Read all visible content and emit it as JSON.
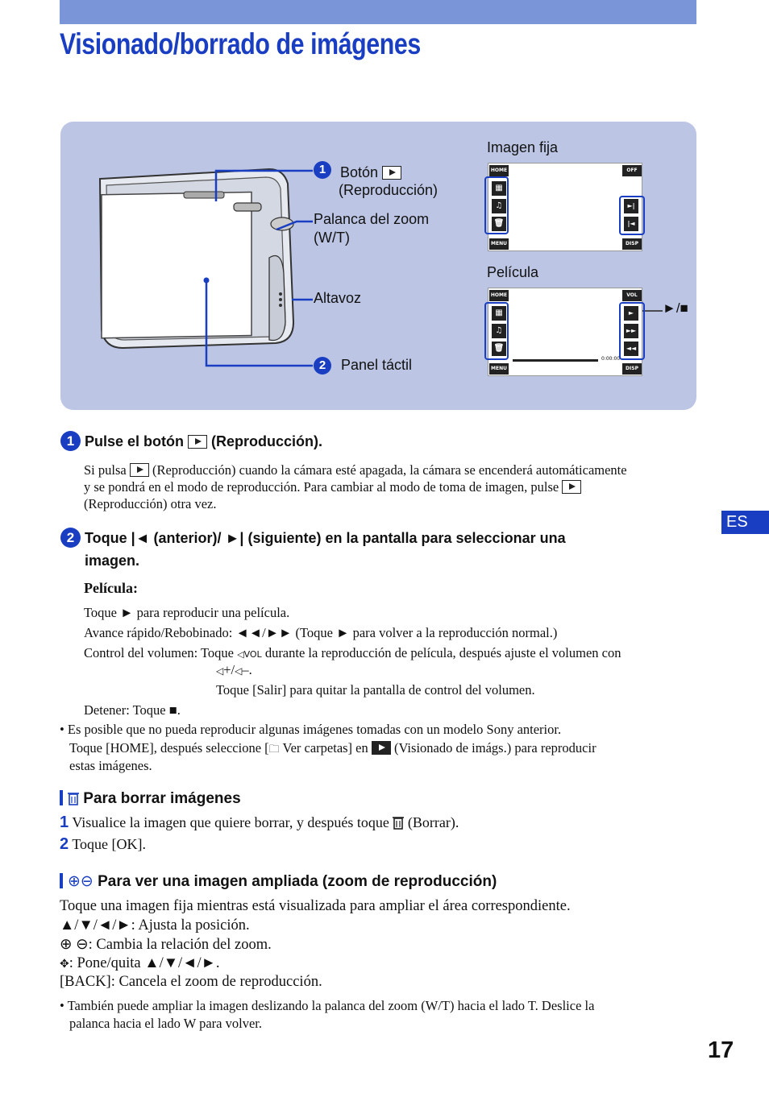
{
  "header": {
    "title": "Visionado/borrado de imágenes"
  },
  "figure": {
    "label_boton": "Botón",
    "label_reproduccion": "(Reproducción)",
    "label_palanca": "Palanca del zoom",
    "label_wt": "(W/T)",
    "label_altavoz": "Altavoz",
    "label_panel": "Panel táctil",
    "label_imagen_fija": "Imagen fija",
    "label_pelicula": "Película",
    "label_play_stop": "►/■",
    "num1": "1",
    "num2": "2",
    "screen_buttons": {
      "home": "HOME",
      "menu": "MENU",
      "disp": "DISP",
      "off": "OFF",
      "time": "0:00:00",
      "vol": "VOL"
    }
  },
  "step1": {
    "num": "1",
    "heading_a": "Pulse el botón",
    "heading_b": "(Reproducción).",
    "line1a": "Si pulsa",
    "line1b": "(Reproducción) cuando la cámara esté apagada, la cámara se encenderá automáticamente",
    "line2a": "y se pondrá en el modo de reproducción. Para cambiar al modo de toma de imagen, pulse",
    "line3": "(Reproducción) otra vez."
  },
  "step2": {
    "num": "2",
    "heading_a": "Toque",
    "heading_b": "(anterior)/",
    "heading_c": "(siguiente) en la pantalla para seleccionar una",
    "heading_d": "imagen.",
    "pelicula_label": "Película:",
    "line_toque": "Toque ► para reproducir una película.",
    "line_avance": "Avance rápido/Rebobinado: ◄◄/►► (Toque ► para volver a la reproducción normal.)",
    "line_vol_a": "Control del volumen: Toque",
    "line_vol_b": "durante la reproducción de película, después ajuste el volumen con",
    "line_vol_c": "+/",
    "line_vol_d": "–.",
    "line_salir": "Toque [Salir] para quitar la pantalla de control del volumen.",
    "line_detener": "Detener: Toque ■.",
    "bullet_a": "• Es posible que no pueda reproducir algunas imágenes tomadas con un modelo Sony anterior.",
    "bullet_b1": "Toque [HOME], después seleccione [",
    "bullet_b2": "Ver carpetas] en",
    "bullet_b3": "(Visionado de imágs.) para reproducir",
    "bullet_c": "estas imágenes."
  },
  "borrar": {
    "heading": "Para borrar imágenes",
    "step1_num": "1",
    "step1_a": "Visualice la imagen que quiere borrar, y después toque",
    "step1_b": "(Borrar).",
    "step2_num": "2",
    "step2": "Toque [OK]."
  },
  "zoom": {
    "heading": "Para ver una imagen ampliada (zoom de reproducción)",
    "line1": "Toque una imagen fija mientras está visualizada para ampliar el área correspondiente.",
    "line2": "▲/▼/◄/►: Ajusta la posición.",
    "line3": ": Cambia la relación del zoom.",
    "line4": ": Pone/quita ▲/▼/◄/►.",
    "line5": "[BACK]: Cancela el zoom de reproducción.",
    "bullet1": "• También puede ampliar la imagen deslizando la palanca del zoom (W/T) hacia el lado T. Deslice la",
    "bullet2": "palanca hacia el lado W para volver."
  },
  "side_tab": "ES",
  "page_number": "17"
}
